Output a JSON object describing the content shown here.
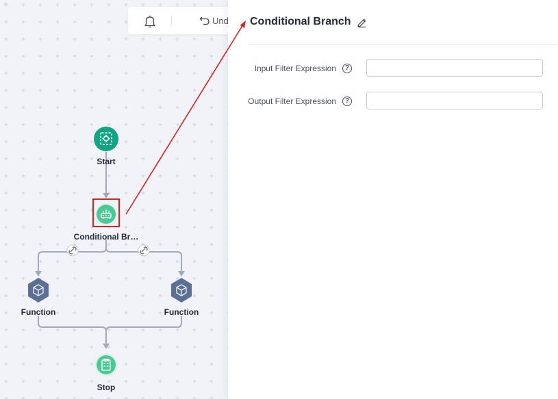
{
  "toolbar": {
    "undo_label": "Und"
  },
  "canvas": {
    "nodes": {
      "start": "Start",
      "conditional_branch": "Conditional Br…",
      "function_left": "Function",
      "function_right": "Function",
      "stop": "Stop"
    }
  },
  "panel": {
    "title": "Conditional Branch",
    "fields": [
      {
        "label": "Input Filter Expression",
        "value": "",
        "placeholder": ""
      },
      {
        "label": "Output Filter Expression",
        "value": "",
        "placeholder": ""
      }
    ]
  },
  "colors": {
    "node_green": "#12a483",
    "node_light_green": "#4cc896",
    "function_hex": "#5c6f94",
    "edge": "#a2a9b8",
    "highlight_red": "#d9221f"
  },
  "icons": [
    "bell-icon",
    "undo-icon",
    "edit-icon",
    "help-icon",
    "link-icon",
    "start-icon",
    "branch-icon",
    "function-icon",
    "stop-icon"
  ]
}
